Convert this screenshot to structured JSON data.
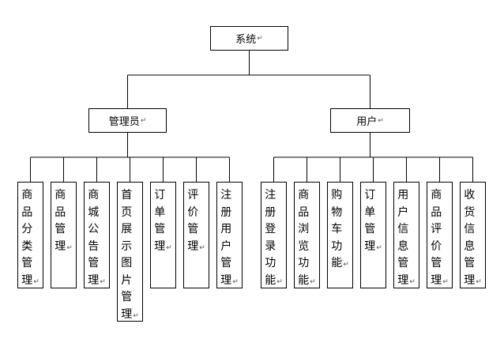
{
  "root": {
    "label": "系统"
  },
  "groups": [
    {
      "label": "管理员",
      "children": [
        {
          "label": "商品分类管理"
        },
        {
          "label": "商品管理"
        },
        {
          "label": "商城公告管理"
        },
        {
          "label": "首页展示图片管理"
        },
        {
          "label": "订单管理"
        },
        {
          "label": "评价管理"
        },
        {
          "label": "注册用户管理"
        }
      ]
    },
    {
      "label": "用户",
      "children": [
        {
          "label": "注册登录功能"
        },
        {
          "label": "商品浏览功能"
        },
        {
          "label": "购物车功能"
        },
        {
          "label": "订单管理"
        },
        {
          "label": "用户信息管理"
        },
        {
          "label": "商品评价管理"
        },
        {
          "label": "收货信息管理"
        }
      ]
    }
  ],
  "paragraph_mark": "↵",
  "colors": {
    "line": "#000000",
    "box_border": "#000000",
    "background": "#ffffff"
  }
}
